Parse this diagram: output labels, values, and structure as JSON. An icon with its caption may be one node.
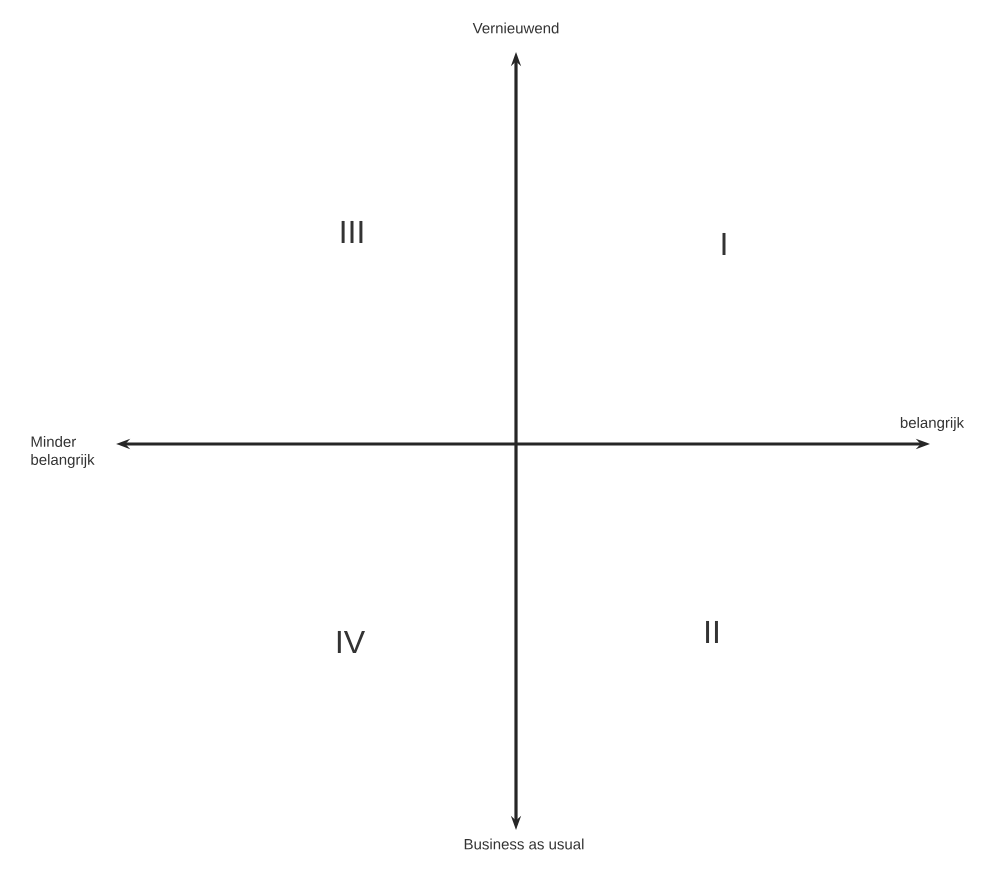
{
  "diagram": {
    "labels": [
      "Vernieuwend",
      "III",
      "I",
      "Minder belangrijk",
      "belangrijk",
      "IV",
      "II",
      "Business as usual"
    ]
  }
}
